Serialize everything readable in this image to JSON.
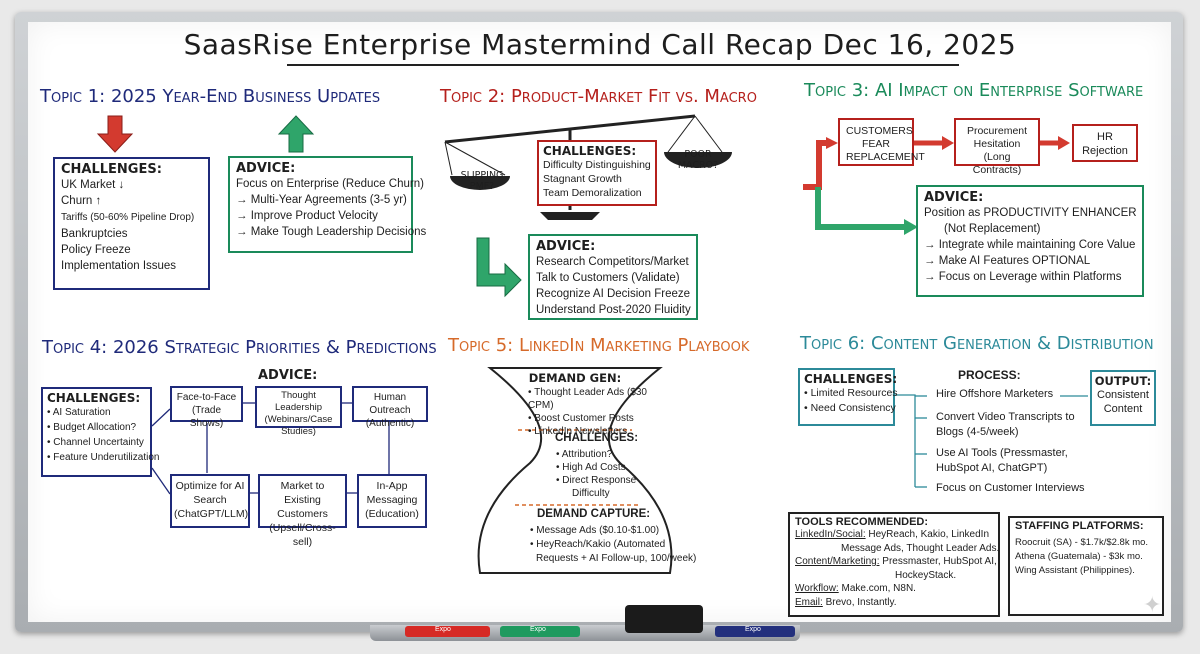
{
  "title": "SaasRise Enterprise Mastermind Call Recap Dec 16, 2025",
  "topics": {
    "t1": "Topic 1: 2025 Year-End Business Updates",
    "t2": "Topic 2: Product-Market Fit vs. Macro",
    "t3": "Topic 3: AI Impact on Enterprise Software",
    "t4": "Topic 4: 2026 Strategic Priorities & Predictions",
    "t5": "Topic 5: LinkedIn Marketing Playbook",
    "t6": "Topic 6: Content Generation & Distribution"
  },
  "t1_challenges": {
    "head": "CHALLENGES:",
    "items": [
      "UK Market ↓",
      "Churn ↑",
      "Tariffs (50-60% Pipeline Drop)",
      "Bankruptcies",
      "Policy Freeze",
      "Implementation Issues"
    ]
  },
  "t1_advice": {
    "head": "ADVICE:",
    "items": [
      "Focus on Enterprise (Reduce Churn)",
      "→ Multi-Year Agreements (3-5 yr)",
      "→ Improve Product Velocity",
      "→ Make Tough Leadership Decisions"
    ]
  },
  "t2_scale": {
    "left": "SLIPPING PMF?",
    "right": "POOR MACRO?"
  },
  "t2_challenges": {
    "head": "CHALLENGES:",
    "items": [
      "Difficulty Distinguishing",
      "Stagnant Growth",
      "Team Demoralization"
    ]
  },
  "t2_advice": {
    "head": "ADVICE:",
    "items": [
      "Research Competitors/Market",
      "Talk to Customers (Validate)",
      "Recognize AI Decision Freeze",
      "Understand Post-2020 Fluidity"
    ]
  },
  "t3_flow": {
    "fear": "CUSTOMERS FEAR REPLACEMENT",
    "procurement": "Procurement Hesitation (Long Contracts)",
    "hr": "HR Rejection"
  },
  "t3_advice": {
    "head": "ADVICE:",
    "items": [
      "Position as PRODUCTIVITY ENHANCER",
      "(Not Replacement)",
      "→ Integrate while maintaining Core Value",
      "→ Make AI Features OPTIONAL",
      "→ Focus on Leverage within Platforms"
    ]
  },
  "t4_challenges": {
    "head": "CHALLENGES:",
    "items": [
      "• AI Saturation",
      "• Budget Allocation?",
      "• Channel Uncertainty",
      "• Feature Underutilization"
    ]
  },
  "t4_advice_label": "ADVICE:",
  "t4_boxes": {
    "face": "Face-to-Face (Trade Shows)",
    "thought": "Thought Leadership (Webinars/Case Studies)",
    "human": "Human Outreach (Authentic)",
    "optimize": "Optimize for AI Search (ChatGPT/LLM)",
    "market": "Market to Existing Customers (Upsell/Cross-sell)",
    "inapp": "In-App Messaging (Education)"
  },
  "t5": {
    "gen_head": "DEMAND GEN:",
    "gen_items": [
      "• Thought Leader Ads ($30 CPM)",
      "• Boost Customer Posts",
      "• LinkedIn Newsletters"
    ],
    "ch_head": "CHALLENGES:",
    "ch_items": [
      "• Attribution?",
      "• High Ad Costs",
      "• Direct Response",
      "Difficulty"
    ],
    "cap_head": "DEMAND CAPTURE:",
    "cap_items": [
      "• Message Ads ($0.10-$1.00)",
      "• HeyReach/Kakio (Automated",
      "Requests + AI Follow-up, 100/week)"
    ]
  },
  "t6": {
    "ch_head": "CHALLENGES:",
    "ch_items": [
      "• Limited Resources",
      "• Need Consistency"
    ],
    "proc_head": "PROCESS:",
    "proc_items": [
      "Hire Offshore Marketers",
      "Convert Video Transcripts to Blogs (4-5/week)",
      "Use AI Tools (Pressmaster, HubSpot AI, ChatGPT)",
      "Focus on Customer Interviews"
    ],
    "out_head": "OUTPUT:",
    "out_text": "Consistent Content"
  },
  "tools": {
    "head": "TOOLS RECOMMENDED:",
    "rows": [
      {
        "k": "LinkedIn/Social:",
        "v": "HeyReach, Kakio, LinkedIn"
      },
      {
        "k": "",
        "v": "Message Ads, Thought Leader Ads."
      },
      {
        "k": "Content/Marketing:",
        "v": "Pressmaster, HubSpot AI,"
      },
      {
        "k": "",
        "v": "HockeyStack."
      },
      {
        "k": "Workflow:",
        "v": "Make.com, N8N."
      },
      {
        "k": "Email:",
        "v": "Brevo, Instantly."
      }
    ]
  },
  "staffing": {
    "head": "STAFFING PLATFORMS:",
    "items": [
      "Roocruit (SA) - $1.7k/$2.8k mo.",
      "Athena (Guatemala) - $3k mo.",
      "Wing Assistant (Philippines)."
    ]
  },
  "markers": [
    "Expo",
    "Expo",
    "Expo"
  ],
  "colors": {
    "blue": "#1f2a7a",
    "red": "#b5201c",
    "green": "#1a8a5a",
    "teal": "#2c8a99",
    "orange": "#d66a2a"
  }
}
